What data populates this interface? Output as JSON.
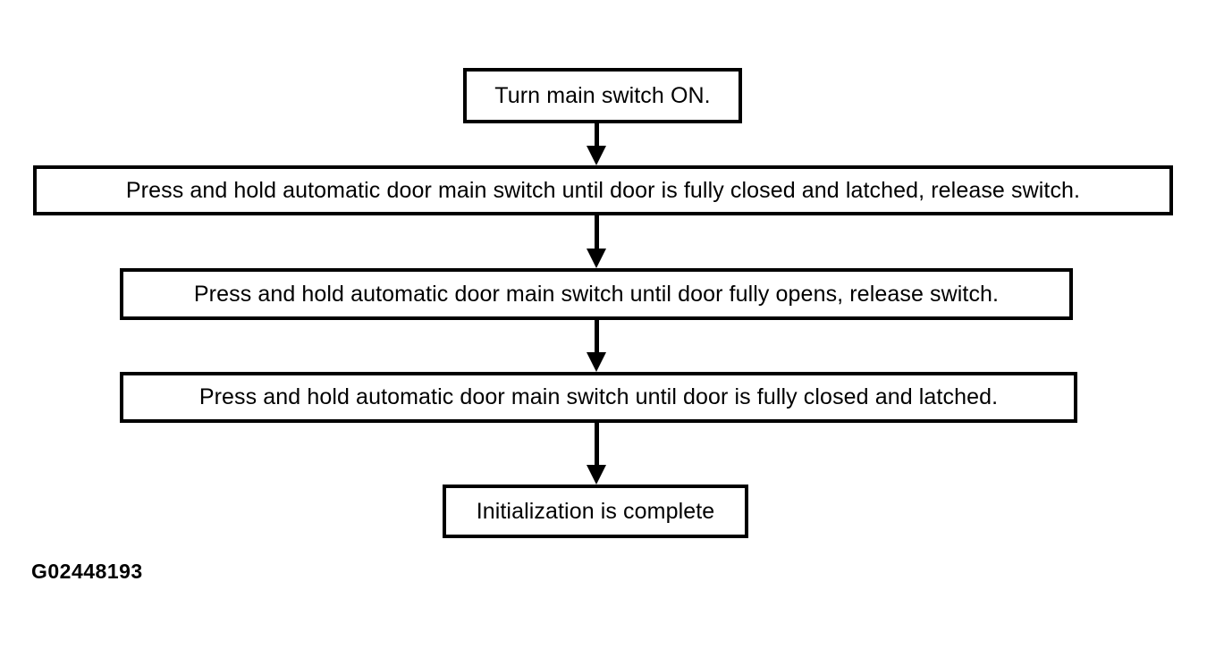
{
  "diagram": {
    "type": "flowchart",
    "colors": {
      "ink": "#000000",
      "background": "#ffffff"
    },
    "steps": [
      {
        "label": "Turn main switch ON."
      },
      {
        "label": "Press and hold automatic door main switch until door is fully closed and latched, release switch."
      },
      {
        "label": "Press and hold automatic door main switch until door fully opens, release switch."
      },
      {
        "label": "Press and hold automatic door main switch until door is fully closed and latched."
      },
      {
        "label": "Initialization is complete"
      }
    ],
    "connections": [
      {
        "from": 1,
        "to": 2
      },
      {
        "from": 2,
        "to": 3
      },
      {
        "from": 3,
        "to": 4
      },
      {
        "from": 4,
        "to": 5
      }
    ],
    "figure_id": "G02448193"
  }
}
